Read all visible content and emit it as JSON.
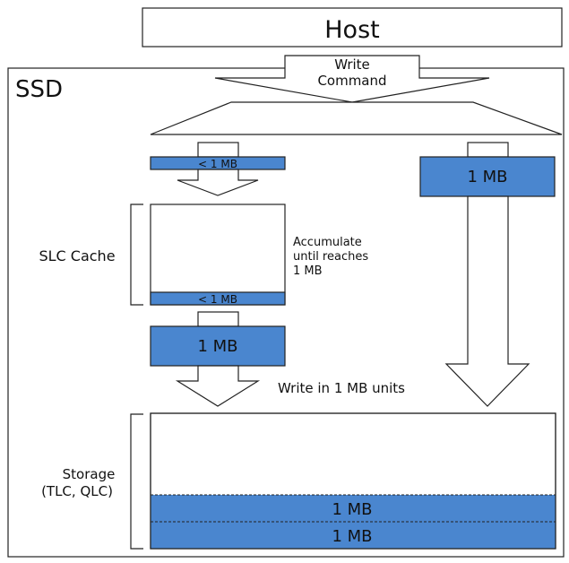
{
  "host": {
    "label": "Host"
  },
  "ssd": {
    "label": "SSD"
  },
  "write_command": {
    "line1": "Write",
    "line2": "Command"
  },
  "small_chunk": {
    "label": "< 1 MB"
  },
  "large_chunk": {
    "label": "1 MB"
  },
  "slc_cache": {
    "label": "SLC Cache",
    "fill_label": "< 1 MB"
  },
  "accumulate_note": {
    "line1": "Accumulate",
    "line2": "until reaches",
    "line3": "1 MB"
  },
  "flush_block": {
    "label": "1 MB"
  },
  "write_units_note": "Write in 1 MB units",
  "storage": {
    "line1": "Storage",
    "line2": "(TLC, QLC)",
    "block1": "1 MB",
    "block2": "1 MB"
  },
  "colors": {
    "block_fill": "#4a86cf",
    "stroke": "#222222",
    "background": "#ffffff"
  }
}
